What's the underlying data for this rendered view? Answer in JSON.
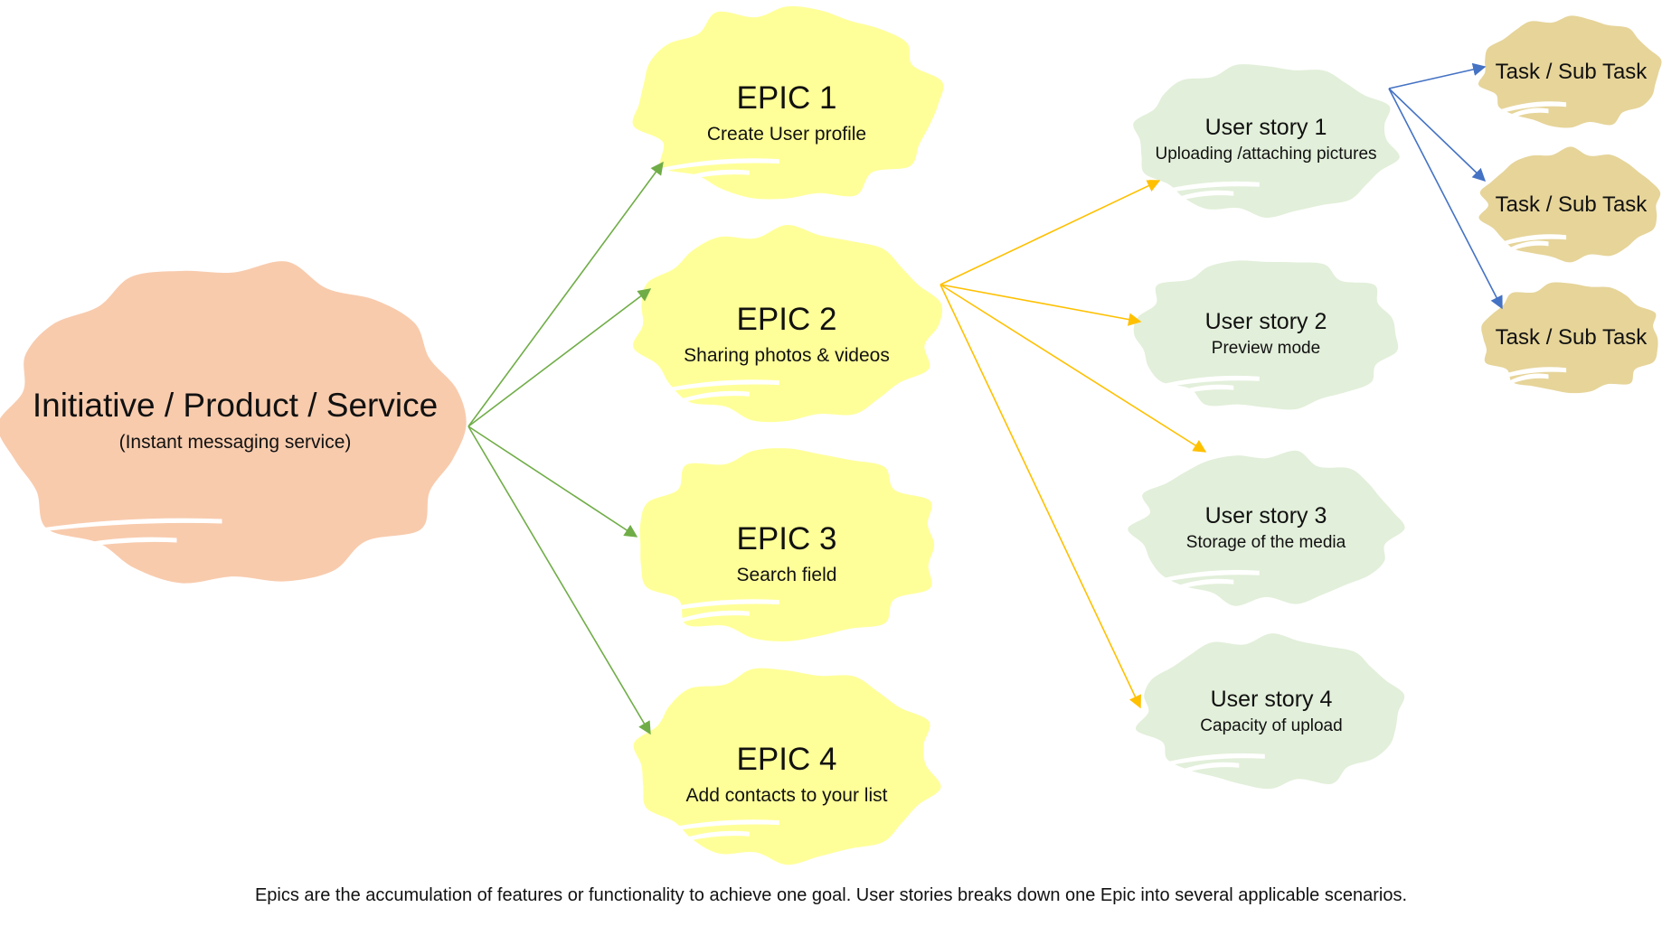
{
  "root": {
    "title": "Initiative / Product / Service",
    "subtitle": "(Instant messaging service)",
    "color": "#F8CBAD"
  },
  "epics": [
    {
      "title": "EPIC 1",
      "subtitle": "Create User profile"
    },
    {
      "title": "EPIC 2",
      "subtitle": "Sharing photos & videos"
    },
    {
      "title": "EPIC 3",
      "subtitle": "Search field"
    },
    {
      "title": "EPIC 4",
      "subtitle": "Add contacts to your list"
    }
  ],
  "epic_color": "#FFFF99",
  "stories": [
    {
      "title": "User story 1",
      "subtitle": "Uploading /attaching pictures"
    },
    {
      "title": "User story 2",
      "subtitle": "Preview mode"
    },
    {
      "title": "User story 3",
      "subtitle": "Storage of the media"
    },
    {
      "title": "User story 4",
      "subtitle": "Capacity of upload"
    }
  ],
  "story_color": "#E2EFDA",
  "tasks": [
    {
      "title": "Task / Sub Task"
    },
    {
      "title": "Task / Sub Task"
    },
    {
      "title": "Task / Sub Task"
    }
  ],
  "task_color": "#E6D499",
  "arrow_colors": {
    "epic": "#70AD47",
    "story": "#FFC000",
    "task": "#4472C4"
  },
  "caption": "Epics are the accumulation of features or functionality to achieve one goal. User stories breaks down one Epic into several applicable scenarios."
}
